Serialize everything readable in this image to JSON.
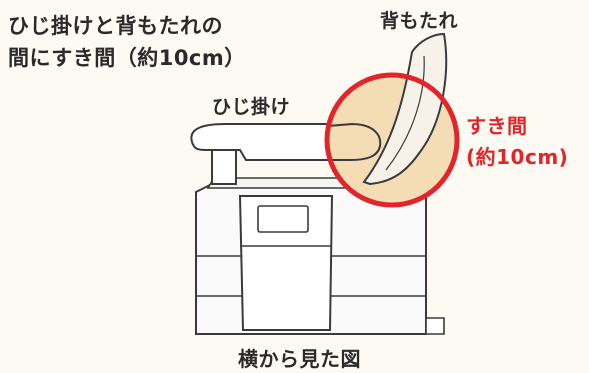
{
  "title": {
    "line1": "ひじ掛けと背もたれの",
    "line2": "間にすき間（約10cm）"
  },
  "labels": {
    "backrest": "背もたれ",
    "armrest": "ひじ掛け",
    "gap_line1": "すき間",
    "gap_line2": "(約10cm)"
  },
  "caption": "横から見た図",
  "colors": {
    "accent": "#e0262a",
    "highlight": "#f4ddb4",
    "outline": "#3a3a3a",
    "text": "#2a2a2a"
  }
}
